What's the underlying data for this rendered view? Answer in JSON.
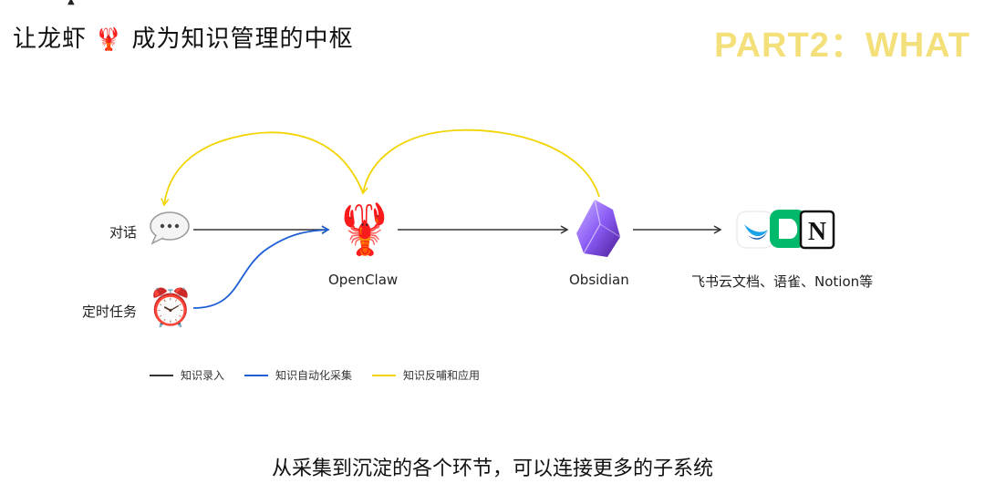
{
  "header": {
    "title_prefix": "让龙虾",
    "title_emoji": "🦞",
    "title_suffix": "成为知识管理的中枢",
    "part_label": "PART2：WHAT"
  },
  "nodes": {
    "dialog": {
      "label": "对话",
      "icon": "speech-bubble-icon"
    },
    "scheduled": {
      "label": "定时任务",
      "icon": "alarm-clock-icon"
    },
    "openclaw": {
      "label": "OpenClaw",
      "icon": "lobster-icon"
    },
    "obsidian": {
      "label": "Obsidian",
      "icon": "obsidian-icon"
    },
    "apps": {
      "label": "飞书云文档、语雀、Notion等",
      "icon": "app-logos-icon"
    }
  },
  "legend": [
    {
      "label": "知识录入",
      "color": "#333333"
    },
    {
      "label": "知识自动化采集",
      "color": "#1f5fd6"
    },
    {
      "label": "知识反哺和应用",
      "color": "#f2d400"
    }
  ],
  "caption": "从采集到沉淀的各个环节，可以连接更多的子系统",
  "colors": {
    "input_line": "#333333",
    "auto_line": "#1f5fd6",
    "feedback_line": "#f2d400",
    "part_label": "#f4e07a"
  }
}
